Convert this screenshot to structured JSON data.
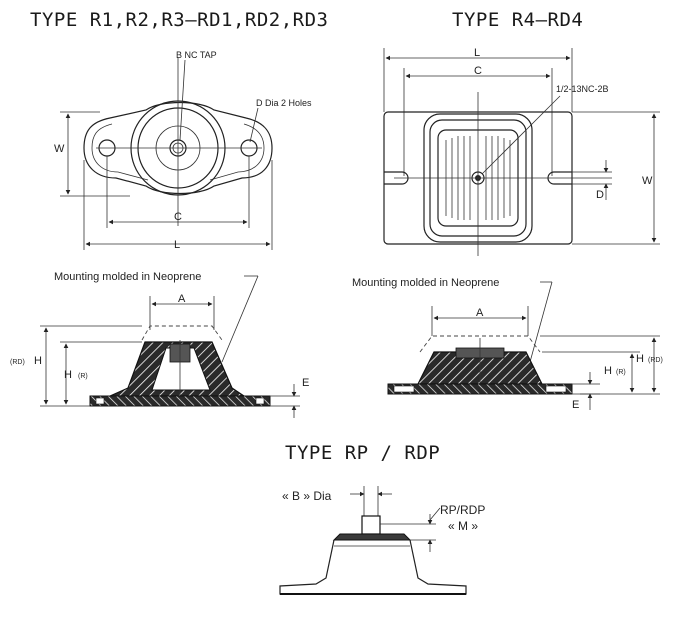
{
  "titles": {
    "r1": "TYPE  R1,R2,R3–RD1,RD2,RD3",
    "r4": "TYPE  R4–RD4",
    "rp": "TYPE  RP  /  RDP"
  },
  "r1_top": {
    "tap": "B NC TAP",
    "holes": "D Dia 2 Holes",
    "w": "W",
    "c": "C",
    "l": "L"
  },
  "r1_side": {
    "note": "Mounting molded in Neoprene",
    "a": "A",
    "rd": "(RD)",
    "h": "H",
    "hr": "H",
    "r": "(R)",
    "e": "E"
  },
  "r4_top": {
    "l": "L",
    "c": "C",
    "thread": "1/2-13NC-2B",
    "w": "W",
    "d": "D"
  },
  "r4_side": {
    "note": "Mounting molded in Neoprene",
    "a": "A",
    "h": "H",
    "rd": "(RD)",
    "hr": "H",
    "r": "(R)",
    "e": "E"
  },
  "rp": {
    "b_dia": "« B » Dia",
    "label": "RP/RDP",
    "m": "« M »"
  }
}
